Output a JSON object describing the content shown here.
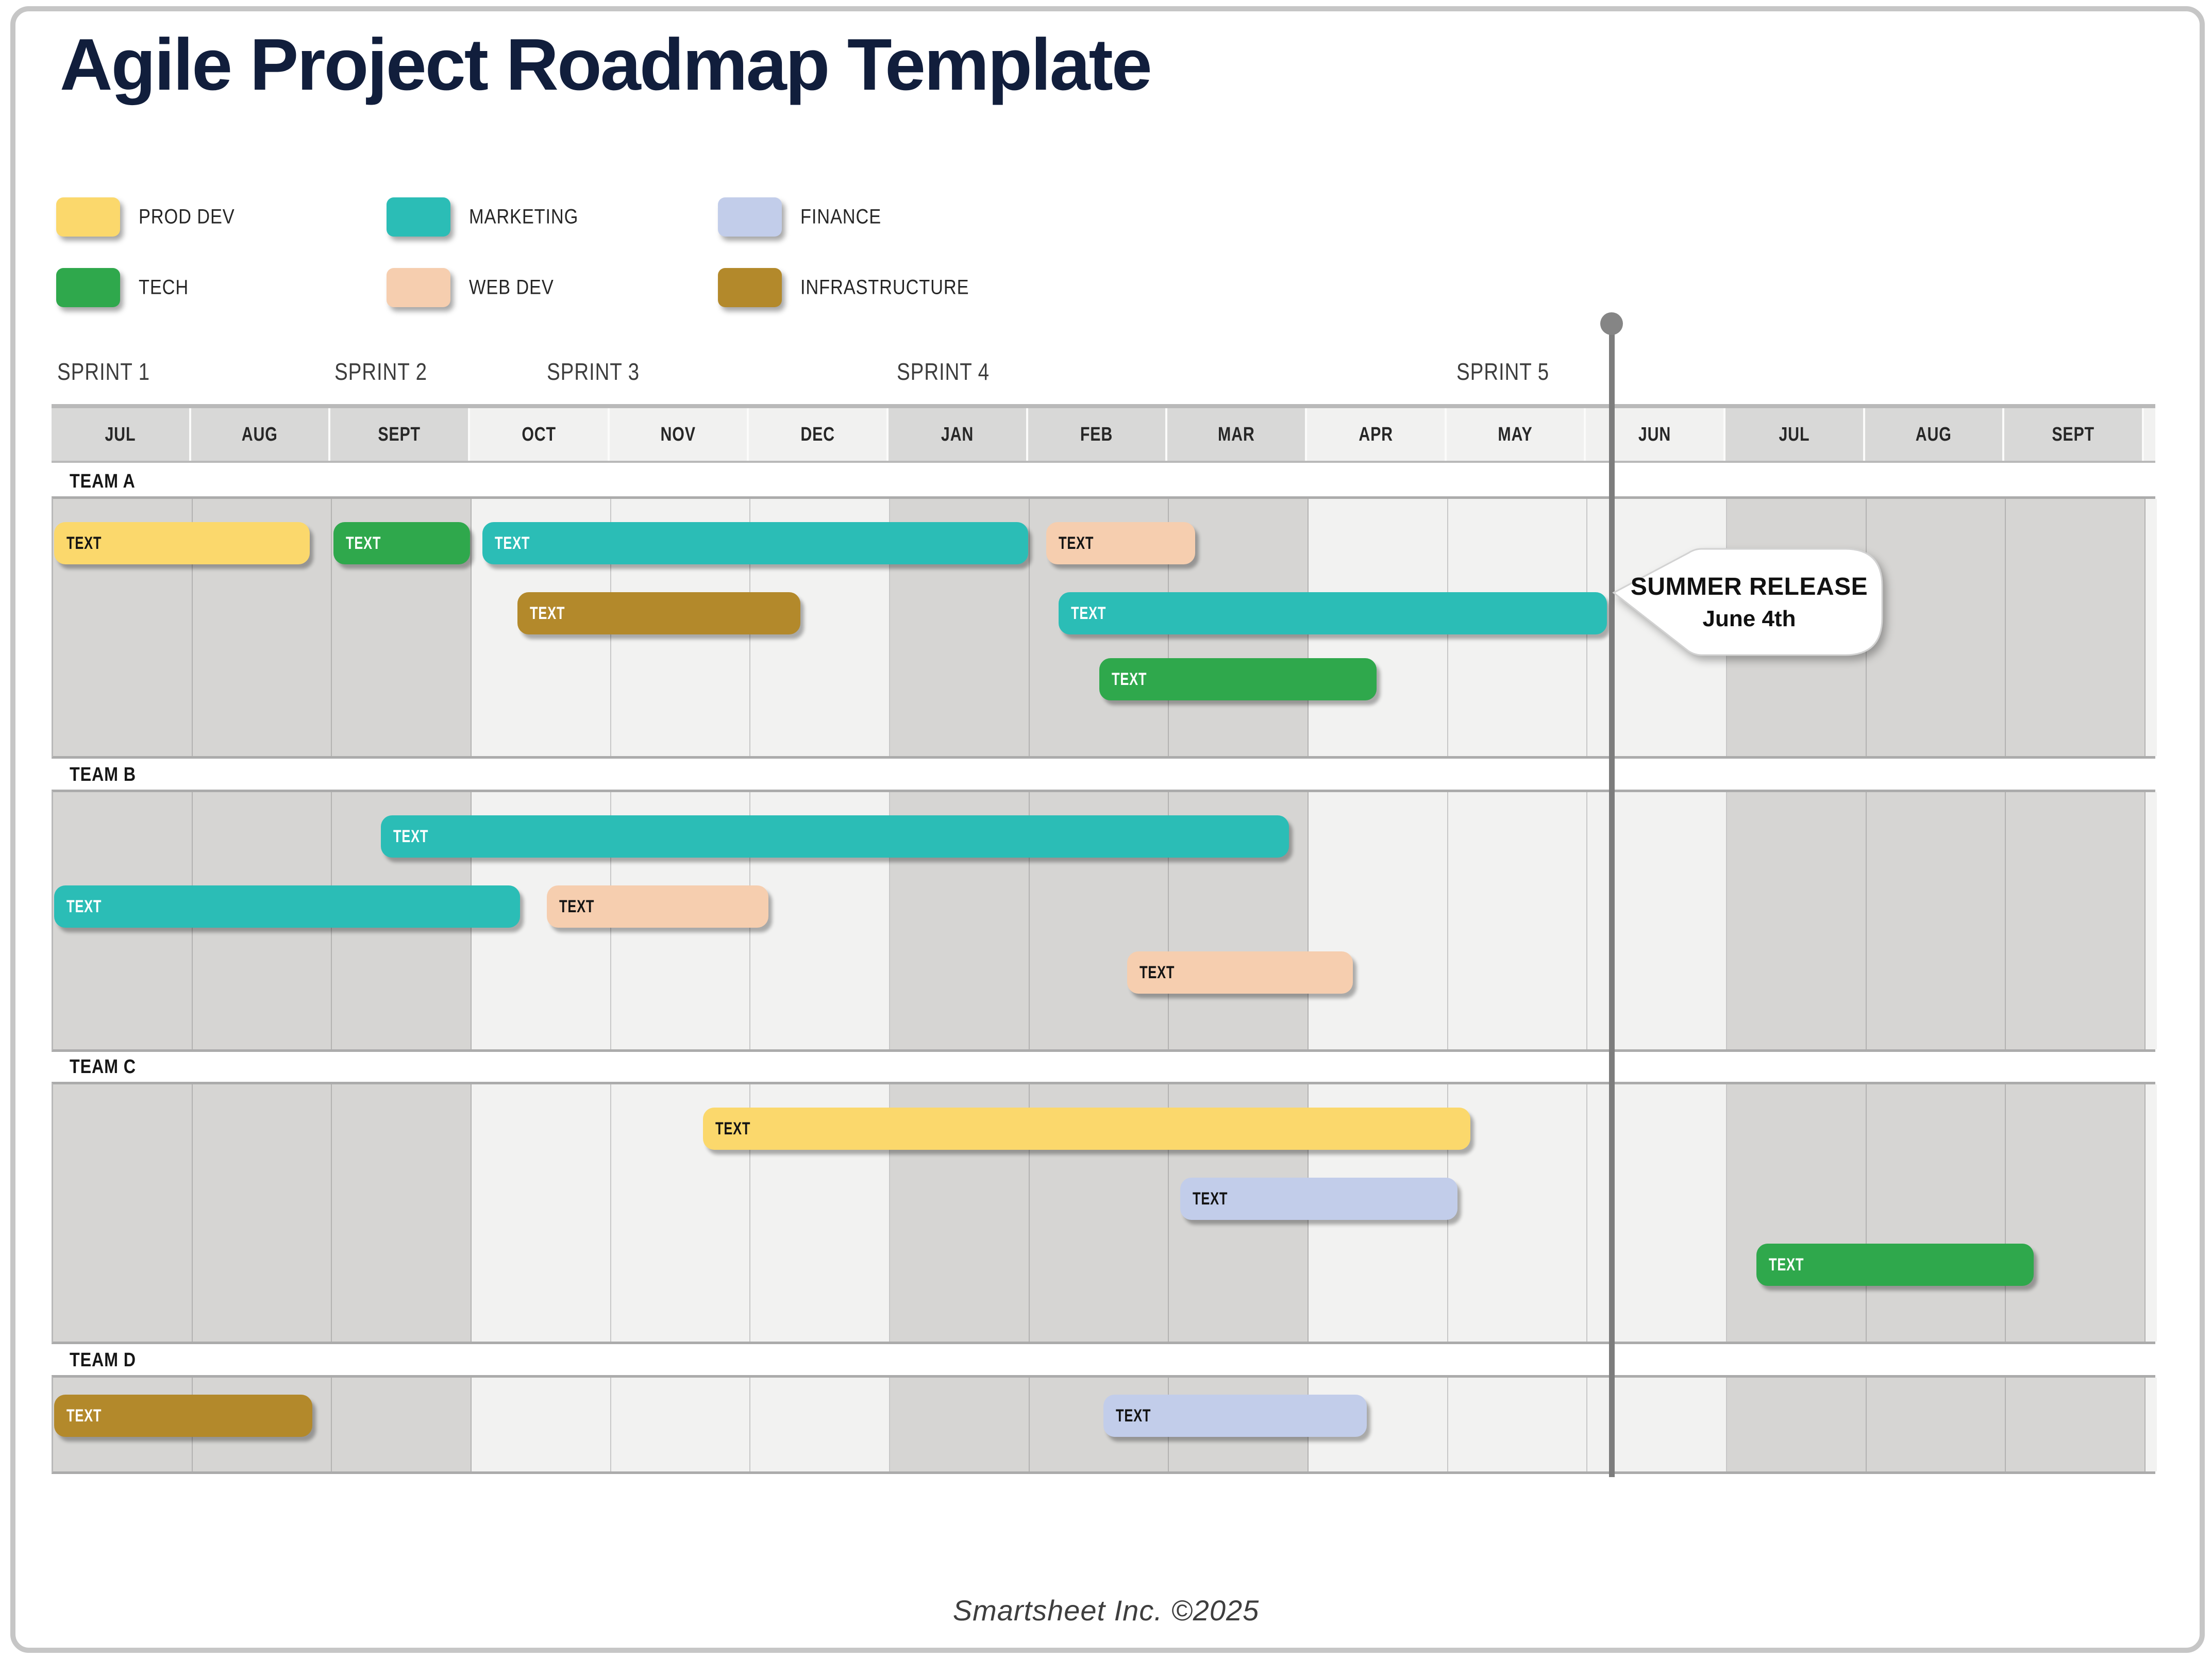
{
  "title": "Agile Project Roadmap Template",
  "footer": "Smartsheet Inc. ©2025",
  "legend": [
    {
      "label": "PROD DEV",
      "color": "#FBD86C",
      "text": "dark"
    },
    {
      "label": "MARKETING",
      "color": "#2BBDB6",
      "text": "light"
    },
    {
      "label": "FINANCE",
      "color": "#C2CDEA",
      "text": "dark"
    },
    {
      "label": "TECH",
      "color": "#2FA84C",
      "text": "light"
    },
    {
      "label": "WEB DEV",
      "color": "#F6CEAF",
      "text": "dark"
    },
    {
      "label": "INFRASTRUCTURE",
      "color": "#B3892B",
      "text": "light"
    }
  ],
  "sprints": [
    {
      "label": "SPRINT 1",
      "month_pos": 0.04
    },
    {
      "label": "SPRINT 2",
      "month_pos": 2.03
    },
    {
      "label": "SPRINT 3",
      "month_pos": 3.55
    },
    {
      "label": "SPRINT 4",
      "month_pos": 6.06
    },
    {
      "label": "SPRINT 5",
      "month_pos": 10.07
    }
  ],
  "timeline": {
    "month_pos": 11.185,
    "callout_line1": "SUMMER RELEASE",
    "callout_line2": "June 4th"
  },
  "chart_data": {
    "type": "gantt",
    "title": "Agile Project Roadmap Template",
    "x_axis": {
      "unit": "month",
      "months": [
        {
          "label": "JUL",
          "shade": "dark"
        },
        {
          "label": "AUG",
          "shade": "dark"
        },
        {
          "label": "SEPT",
          "shade": "dark"
        },
        {
          "label": "OCT",
          "shade": "light"
        },
        {
          "label": "NOV",
          "shade": "light"
        },
        {
          "label": "DEC",
          "shade": "light"
        },
        {
          "label": "JAN",
          "shade": "dark"
        },
        {
          "label": "FEB",
          "shade": "dark"
        },
        {
          "label": "MAR",
          "shade": "dark"
        },
        {
          "label": "APR",
          "shade": "light"
        },
        {
          "label": "MAY",
          "shade": "light"
        },
        {
          "label": "JUN",
          "shade": "light"
        },
        {
          "label": "JUL",
          "shade": "dark"
        },
        {
          "label": "AUG",
          "shade": "dark"
        },
        {
          "label": "SEPT",
          "shade": "dark"
        }
      ]
    },
    "milestone": {
      "label": "SUMMER RELEASE June 4th",
      "month_pos": 11.185
    },
    "teams": [
      {
        "name": "TEAM A",
        "rows": 3,
        "bars": [
          {
            "label": "TEXT",
            "category": "PROD DEV",
            "row": 1,
            "start": 0.02,
            "end": 1.85
          },
          {
            "label": "TEXT",
            "category": "TECH",
            "row": 1,
            "start": 2.02,
            "end": 3.0
          },
          {
            "label": "TEXT",
            "category": "MARKETING",
            "row": 1,
            "start": 3.09,
            "end": 7.0
          },
          {
            "label": "TEXT",
            "category": "WEB DEV",
            "row": 1,
            "start": 7.13,
            "end": 8.2
          },
          {
            "label": "TEXT",
            "category": "INFRASTRUCTURE",
            "row": 2,
            "start": 3.34,
            "end": 5.37
          },
          {
            "label": "TEXT",
            "category": "MARKETING",
            "row": 2,
            "start": 7.22,
            "end": 11.15
          },
          {
            "label": "TEXT",
            "category": "TECH",
            "row": 3,
            "start": 7.51,
            "end": 9.5
          }
        ]
      },
      {
        "name": "TEAM B",
        "rows": 3,
        "bars": [
          {
            "label": "TEXT",
            "category": "MARKETING",
            "row": 1,
            "start": 2.36,
            "end": 8.87
          },
          {
            "label": "TEXT",
            "category": "MARKETING",
            "row": 2,
            "start": 0.02,
            "end": 3.36
          },
          {
            "label": "TEXT",
            "category": "WEB DEV",
            "row": 2,
            "start": 3.55,
            "end": 5.14
          },
          {
            "label": "TEXT",
            "category": "WEB DEV",
            "row": 3,
            "start": 7.71,
            "end": 9.33
          }
        ]
      },
      {
        "name": "TEAM C",
        "rows": 3,
        "bars": [
          {
            "label": "TEXT",
            "category": "PROD DEV",
            "row": 1,
            "start": 4.67,
            "end": 10.17
          },
          {
            "label": "TEXT",
            "category": "FINANCE",
            "row": 2,
            "start": 8.09,
            "end": 10.08
          },
          {
            "label": "TEXT",
            "category": "TECH",
            "row": 3,
            "start": 12.22,
            "end": 14.21
          }
        ]
      },
      {
        "name": "TEAM D",
        "rows": 1,
        "bars": [
          {
            "label": "TEXT",
            "category": "INFRASTRUCTURE",
            "row": 1,
            "start": 0.02,
            "end": 1.87
          },
          {
            "label": "TEXT",
            "category": "FINANCE",
            "row": 1,
            "start": 7.54,
            "end": 9.43
          }
        ]
      }
    ]
  }
}
